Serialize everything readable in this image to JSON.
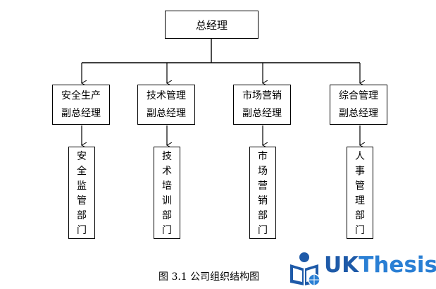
{
  "diagram": {
    "top": "总经理",
    "managers": [
      {
        "line1": "安全生产",
        "line2": "副总经理"
      },
      {
        "line1": "技术管理",
        "line2": "副总经理"
      },
      {
        "line1": "市场营销",
        "line2": "副总经理"
      },
      {
        "line1": "综合管理",
        "line2": "副总经理"
      }
    ],
    "departments": [
      {
        "chars": [
          "安",
          "全",
          "监",
          "管",
          "部",
          "门"
        ]
      },
      {
        "chars": [
          "技",
          "术",
          "培",
          "训",
          "部",
          "门"
        ]
      },
      {
        "chars": [
          "市",
          "场",
          "营",
          "销",
          "部",
          "门"
        ]
      },
      {
        "chars": [
          "人",
          "事",
          "管",
          "理",
          "部",
          "门"
        ]
      }
    ]
  },
  "caption": "图 3.1  公司组织结构图",
  "watermark": {
    "uk": "UK",
    "thesis": "Thesis",
    "icon": "book-reader-icon"
  },
  "colors": {
    "line": "#000000",
    "logo_dark": "#1e5aa8",
    "logo_light": "#2a7fd4"
  }
}
